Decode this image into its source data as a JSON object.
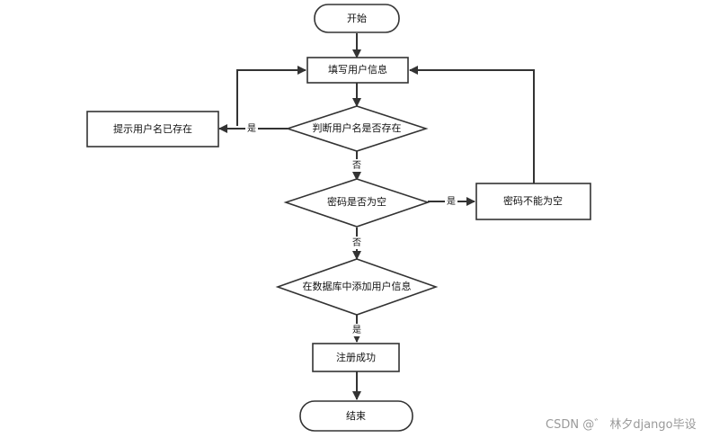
{
  "nodes": {
    "start": "开始",
    "fill_info": "填写用户信息",
    "check_user": "判断用户名是否存在",
    "user_exists_msg": "提示用户名已存在",
    "check_pwd": "密码是否为空",
    "pwd_empty_msg": "密码不能为空",
    "db_add": "在数据库中添加用户信息",
    "success": "注册成功",
    "end": "结束"
  },
  "edge_labels": {
    "user_yes": "是",
    "user_no": "否",
    "pwd_yes": "是",
    "pwd_no": "否",
    "db_yes": "是"
  },
  "watermark": "CSDN @゛ 林夕django毕设"
}
